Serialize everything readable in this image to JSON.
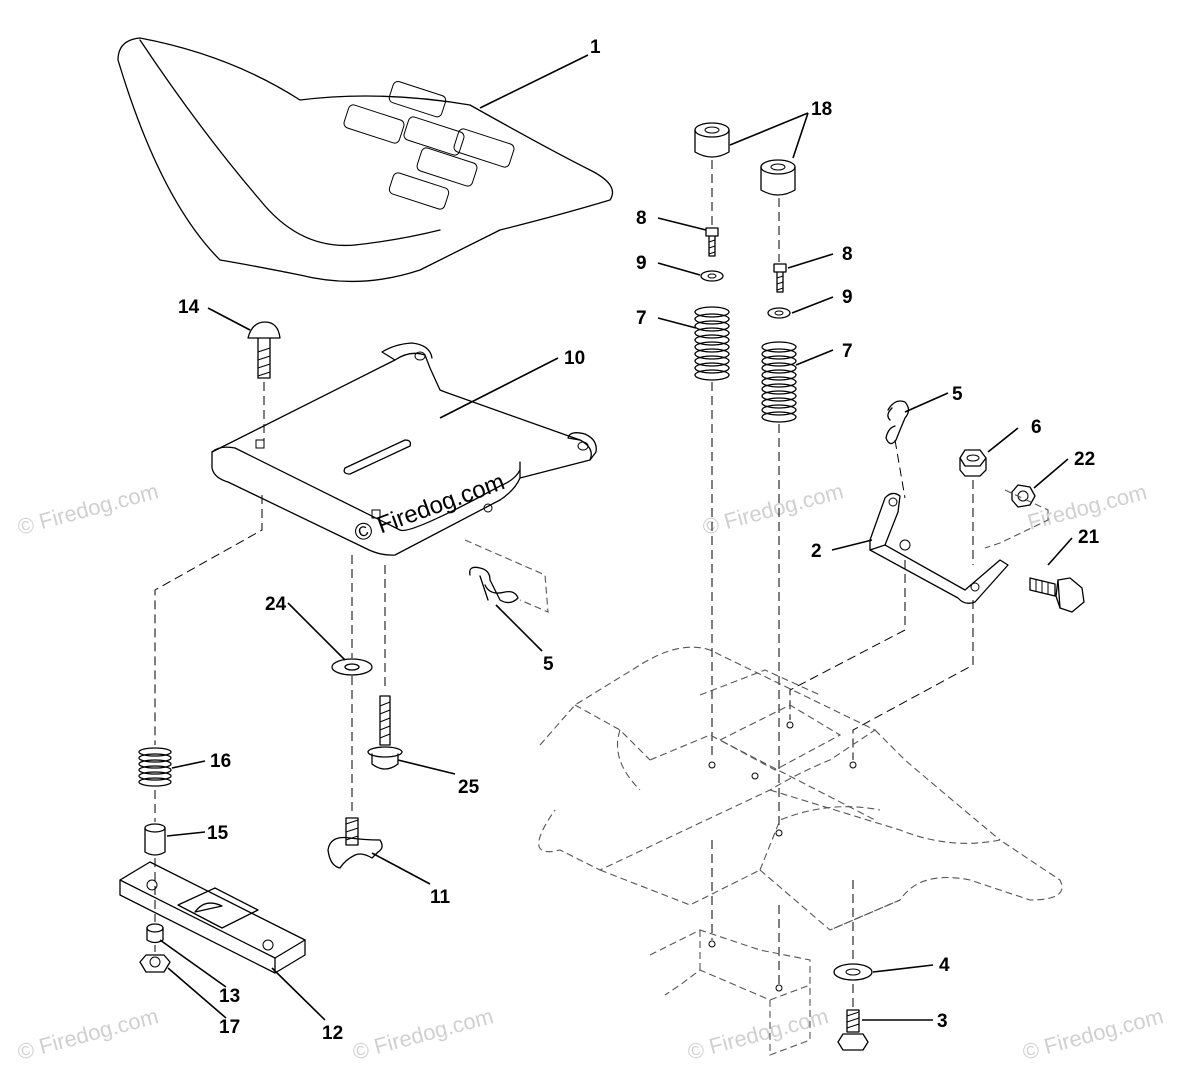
{
  "callouts": [
    {
      "label": "1"
    },
    {
      "label": "18"
    },
    {
      "label": "8"
    },
    {
      "label": "9"
    },
    {
      "label": "7"
    },
    {
      "label": "8"
    },
    {
      "label": "9"
    },
    {
      "label": "7"
    },
    {
      "label": "14"
    },
    {
      "label": "10"
    },
    {
      "label": "5"
    },
    {
      "label": "6"
    },
    {
      "label": "22"
    },
    {
      "label": "2"
    },
    {
      "label": "21"
    },
    {
      "label": "24"
    },
    {
      "label": "5"
    },
    {
      "label": "16"
    },
    {
      "label": "25"
    },
    {
      "label": "15"
    },
    {
      "label": "11"
    },
    {
      "label": "13"
    },
    {
      "label": "17"
    },
    {
      "label": "12"
    },
    {
      "label": "4"
    },
    {
      "label": "3"
    }
  ],
  "watermark": {
    "main": "© Firedog.com",
    "repeat": "© Firedog.com",
    "partial": "Firedog.com"
  },
  "colors": {
    "line": "#000000",
    "watermark": "#d0d0d0",
    "background": "#ffffff"
  }
}
